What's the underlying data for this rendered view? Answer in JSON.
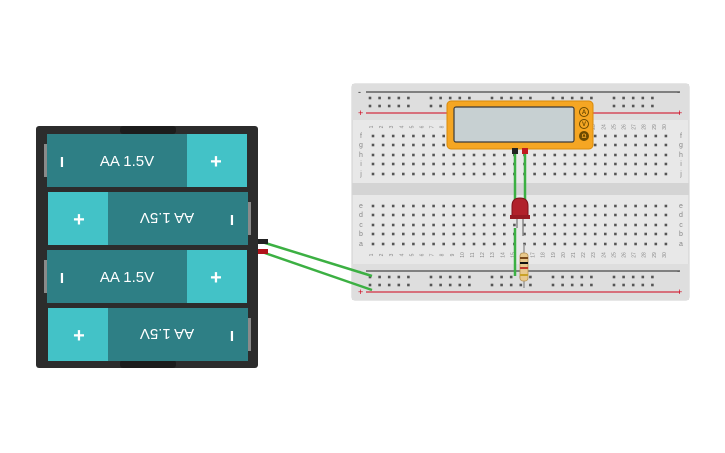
{
  "battery_pack": {
    "cells": [
      {
        "label": "AA 1.5V",
        "orientation": "normal",
        "minus": "I",
        "plus": "+"
      },
      {
        "label": "AA 1.5V",
        "orientation": "flipped",
        "minus": "I",
        "plus": "+"
      },
      {
        "label": "AA 1.5V",
        "orientation": "normal",
        "minus": "I",
        "plus": "+"
      },
      {
        "label": "AA 1.5V",
        "orientation": "flipped",
        "minus": "I",
        "plus": "+"
      }
    ]
  },
  "breadboard": {
    "rail_plus": "+",
    "rail_minus": "-",
    "row_letters_top": [
      "f",
      "g",
      "h",
      "i",
      "j"
    ],
    "row_letters_bottom": [
      "a",
      "b",
      "c",
      "d",
      "e"
    ],
    "column_numbers": [
      "1",
      "2",
      "3",
      "4",
      "5",
      "6",
      "7",
      "8",
      "9",
      "10",
      "11",
      "12",
      "13",
      "14",
      "15",
      "16",
      "17",
      "18",
      "19",
      "20",
      "21",
      "22",
      "23",
      "24",
      "25",
      "26",
      "27",
      "28",
      "29",
      "30"
    ]
  },
  "multimeter": {
    "modes": [
      "A",
      "V",
      "Ω"
    ]
  },
  "colors": {
    "battery_body": "#2e7f85",
    "battery_cap": "#43c2c7",
    "holder": "#2c2c2c",
    "wire": "#3cb043",
    "led": "#b1212b",
    "multimeter_body": "#f5a623",
    "multimeter_screen": "#c7d0d2",
    "rail_red": "#d0021b",
    "rail_black": "#222222"
  }
}
